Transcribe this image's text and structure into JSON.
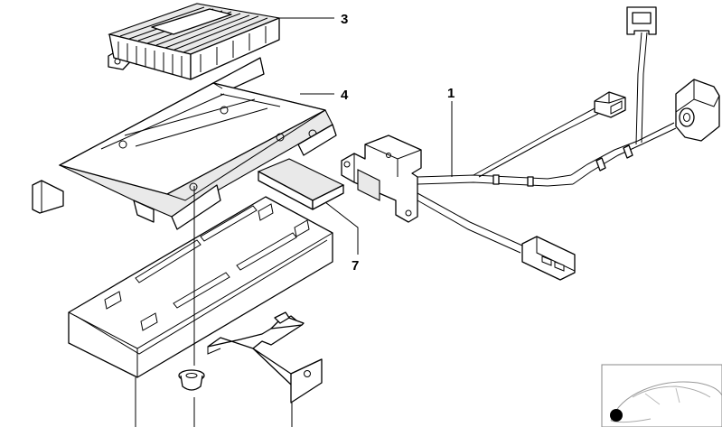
{
  "diagram": {
    "callouts": {
      "wiring_harness": "1",
      "control_unit": "3",
      "bracket": "4",
      "pad": "7"
    }
  }
}
